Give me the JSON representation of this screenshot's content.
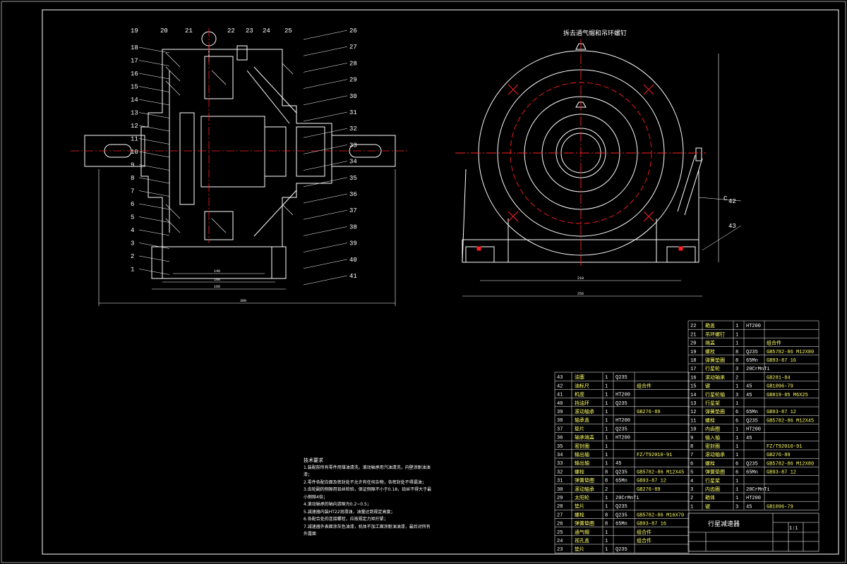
{
  "view_title": "拆去通气帽和吊环螺钉",
  "section_label": "C",
  "callouts_left": [
    "19",
    "20",
    "21",
    "22",
    "23",
    "24",
    "25",
    "18",
    "17",
    "16",
    "15",
    "14",
    "13",
    "12",
    "11",
    "10",
    "9",
    "8",
    "7",
    "6",
    "5",
    "4",
    "3",
    "2",
    "1"
  ],
  "callouts_right": [
    "26",
    "27",
    "28",
    "29",
    "30",
    "31",
    "32",
    "33",
    "34",
    "35",
    "36",
    "37",
    "38",
    "39",
    "40",
    "41"
  ],
  "callouts_side": [
    "42",
    "43"
  ],
  "notes": {
    "title": "技术要求",
    "lines": [
      "1.装配前所有零件用煤油清洗，滚动轴承用汽油清洗，内壁涂耐油油漆；",
      "2.零件各配合面及密封处不允许有任何杂物，各密封处不得漏油；",
      "3.齿轮副的侧隙用铅丝检验，保证侧隙不小于0.18，铅丝不得大于最小侧隙4倍；",
      "4.滚动轴承的轴向游隙为0.2~0.5；",
      "5.减速器内装HT22润滑油，油量达到规定高度；",
      "6.各配合处的连接螺栓，应按规定力矩拧紧；",
      "7.减速器外表面涂灰色油漆，机体不加工面涂耐油油漆，最后对所有外露面"
    ]
  },
  "title_block": {
    "name": "行星减速器",
    "scale": "1:1"
  },
  "parts_left": [
    {
      "no": "43",
      "name": "油塞",
      "qty": "1",
      "mat": "Q235",
      "std": ""
    },
    {
      "no": "42",
      "name": "油标尺",
      "qty": "1",
      "mat": "",
      "std": "组合件"
    },
    {
      "no": "41",
      "name": "机座",
      "qty": "1",
      "mat": "HT200",
      "std": ""
    },
    {
      "no": "40",
      "name": "挡油环",
      "qty": "1",
      "mat": "Q235",
      "std": ""
    },
    {
      "no": "39",
      "name": "滚动轴承",
      "qty": "1",
      "mat": "",
      "std": "GB276-89"
    },
    {
      "no": "38",
      "name": "轴承盖",
      "qty": "1",
      "mat": "HT200",
      "std": ""
    },
    {
      "no": "37",
      "name": "垫片",
      "qty": "1",
      "mat": "Q235",
      "std": ""
    },
    {
      "no": "36",
      "name": "轴承端盖",
      "qty": "1",
      "mat": "HT200",
      "std": ""
    },
    {
      "no": "35",
      "name": "密封圈",
      "qty": "1",
      "mat": "",
      "std": ""
    },
    {
      "no": "34",
      "name": "输出轴",
      "qty": "1",
      "mat": "",
      "std": "FZ/T92010-91"
    },
    {
      "no": "33",
      "name": "输出轴",
      "qty": "1",
      "mat": "45",
      "std": ""
    },
    {
      "no": "32",
      "name": "螺栓",
      "qty": "8",
      "mat": "Q235",
      "std": "GB5782-86 M12X45"
    },
    {
      "no": "31",
      "name": "弹簧垫圈",
      "qty": "8",
      "mat": "65Mn",
      "std": "GB93-87 12"
    },
    {
      "no": "30",
      "name": "滚动轴承",
      "qty": "2",
      "mat": "",
      "std": "GB276-89"
    },
    {
      "no": "29",
      "name": "太阳轮",
      "qty": "1",
      "mat": "20CrMnTi",
      "std": ""
    },
    {
      "no": "28",
      "name": "垫片",
      "qty": "1",
      "mat": "Q235",
      "std": ""
    },
    {
      "no": "27",
      "name": "螺栓",
      "qty": "8",
      "mat": "Q235",
      "std": "GB5782-86 M16X70"
    },
    {
      "no": "26",
      "name": "弹簧垫圈",
      "qty": "8",
      "mat": "65Mn",
      "std": "GB93-87 16"
    },
    {
      "no": "25",
      "name": "通气帽",
      "qty": "1",
      "mat": "",
      "std": "组合件"
    },
    {
      "no": "24",
      "name": "视孔盖",
      "qty": "1",
      "mat": "",
      "std": "组合件"
    },
    {
      "no": "23",
      "name": "垫片",
      "qty": "1",
      "mat": "Q235",
      "std": ""
    }
  ],
  "parts_right": [
    {
      "no": "22",
      "name": "箱盖",
      "qty": "1",
      "mat": "HT200",
      "std": ""
    },
    {
      "no": "21",
      "name": "吊环螺钉",
      "qty": "1",
      "mat": "",
      "std": ""
    },
    {
      "no": "20",
      "name": "端盖",
      "qty": "1",
      "mat": "",
      "std": "组合件"
    },
    {
      "no": "19",
      "name": "螺栓",
      "qty": "8",
      "mat": "Q235",
      "std": "GB5782-86 M12X80"
    },
    {
      "no": "18",
      "name": "弹簧垫圈",
      "qty": "8",
      "mat": "65Mn",
      "std": "GB93-87 16"
    },
    {
      "no": "17",
      "name": "行星轮",
      "qty": "3",
      "mat": "20CrMnTi",
      "std": ""
    },
    {
      "no": "16",
      "name": "滚动轴承",
      "qty": "2",
      "mat": "",
      "std": "GB281-84"
    },
    {
      "no": "15",
      "name": "键",
      "qty": "1",
      "mat": "45",
      "std": "GB1096-79"
    },
    {
      "no": "14",
      "name": "行星轮轴",
      "qty": "3",
      "mat": "45",
      "std": "GB819-85 M6X25"
    },
    {
      "no": "13",
      "name": "行星架",
      "qty": "1",
      "mat": "",
      "std": ""
    },
    {
      "no": "12",
      "name": "弹簧垫圈",
      "qty": "6",
      "mat": "65Mn",
      "std": "GB93-87 12"
    },
    {
      "no": "11",
      "name": "螺栓",
      "qty": "6",
      "mat": "Q235",
      "std": "GB5782-86 M12X45"
    },
    {
      "no": "10",
      "name": "内齿圈",
      "qty": "1",
      "mat": "HT200",
      "std": ""
    },
    {
      "no": "9",
      "name": "输入轴",
      "qty": "1",
      "mat": "45",
      "std": ""
    },
    {
      "no": "8",
      "name": "密封圈",
      "qty": "1",
      "mat": "",
      "std": "FZ/T92010-91"
    },
    {
      "no": "7",
      "name": "滚动轴承",
      "qty": "1",
      "mat": "",
      "std": "GB276-89"
    },
    {
      "no": "6",
      "name": "螺栓",
      "qty": "6",
      "mat": "Q235",
      "std": "GB5782-86 M12X80"
    },
    {
      "no": "5",
      "name": "弹簧垫圈",
      "qty": "6",
      "mat": "65Mn",
      "std": "GB93-87 12"
    },
    {
      "no": "4",
      "name": "行星架",
      "qty": "1",
      "mat": "",
      "std": ""
    },
    {
      "no": "3",
      "name": "内齿圈",
      "qty": "1",
      "mat": "20CrMnTi",
      "std": ""
    },
    {
      "no": "2",
      "name": "箱体",
      "qty": "1",
      "mat": "HT200",
      "std": ""
    },
    {
      "no": "1",
      "name": "键",
      "qty": "3",
      "mat": "45",
      "std": "GB1096-79"
    }
  ],
  "colors": {
    "bg": "#000000",
    "line": "#ffffff",
    "center": "#ff2020",
    "accent": "#ffff66"
  }
}
